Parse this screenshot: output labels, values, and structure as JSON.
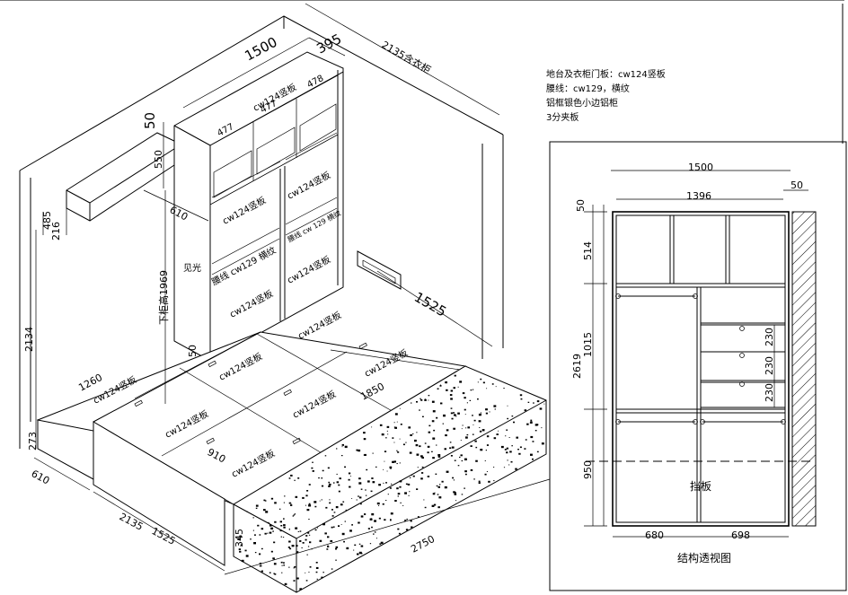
{
  "notes": {
    "line1": "地台及衣柜门板：cw124竖板",
    "line2": "腰线：cw129，横纹",
    "line3": "铝框银色小边铝柜",
    "line4": "3分夹板"
  },
  "iso": {
    "dims": {
      "d1500": "1500",
      "d395": "395",
      "d2135_top": "2135含衣柜",
      "d50": "50",
      "d550": "550",
      "d610_mid": "610",
      "d485": "485",
      "d216": "216",
      "d2134": "2134",
      "d1969": "下柜高1969",
      "d1525_top": "1525",
      "d1260": "1260",
      "d1850": "1850",
      "d910": "910",
      "d50_low": "50",
      "d273": "273",
      "d610_low": "610",
      "d2135_low": "2135",
      "d1525_low": "1525",
      "d2750": "2750",
      "d345": "345",
      "d477a": "477",
      "d477b": "477",
      "d478": "478"
    },
    "labels": {
      "door_top_left": "cw124竖板",
      "door_top_right": "cw124竖板",
      "waist_left": "腰线 cw129 横纹",
      "waist_right": "腰线 cw 129 横纹",
      "door_low_left": "cw124竖板",
      "door_low_right": "cw124竖板",
      "top_header": "cw124竖板",
      "see_light": "见光",
      "plat_1": "cw124竖板",
      "plat_2": "cw124竖板",
      "plat_3": "cw124竖板",
      "plat_4": "cw124竖板",
      "plat_5": "cw124竖板",
      "plat_6": "cw124竖板",
      "plat_7": "cw124竖板"
    }
  },
  "elevation": {
    "title": "结构透视图",
    "baffle": "挡板",
    "dims": {
      "w1500": "1500",
      "w1396": "1396",
      "w50": "50",
      "h50": "50",
      "h514": "514",
      "h2619": "2619",
      "h1015": "1015",
      "h950": "950",
      "d230a": "230",
      "d230b": "230",
      "d230c": "230",
      "w680": "680",
      "w698": "698"
    }
  }
}
